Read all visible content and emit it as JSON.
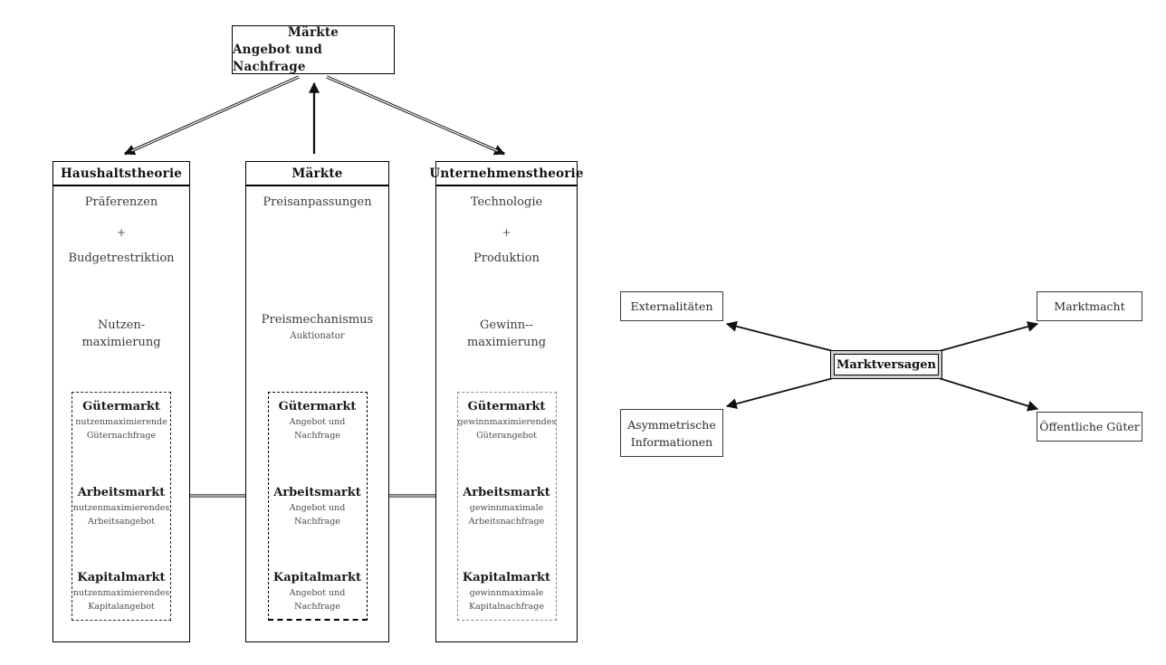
{
  "left": {
    "top_box": {
      "line1": "Märkte",
      "line2": "Angebot und Nachfrage"
    },
    "columns": [
      {
        "title": "Haushaltstheorie",
        "item1": "Präferenzen",
        "plus": "+",
        "item2": "Budgetrestriktion",
        "mid1": "Nutzen-",
        "mid2": "maximierung",
        "markets": [
          {
            "title": "Gütermarkt",
            "sub1": "nutzenmaximierende",
            "sub2": "Güternachfrage"
          },
          {
            "title": "Arbeitsmarkt",
            "sub1": "nutzenmaximierendes",
            "sub2": "Arbeitsangebot"
          },
          {
            "title": "Kapitalmarkt",
            "sub1": "nutzenmaximierendes",
            "sub2": "Kapitalangebot"
          }
        ]
      },
      {
        "title": "Märkte",
        "item1": "Preisanpassungen",
        "mid1": "Preismechanismus",
        "mid2": "Auktionator",
        "markets": [
          {
            "title": "Gütermarkt",
            "sub1": "Angebot und",
            "sub2": "Nachfrage"
          },
          {
            "title": "Arbeitsmarkt",
            "sub1": "Angebot und",
            "sub2": "Nachfrage"
          },
          {
            "title": "Kapitalmarkt",
            "sub1": "Angebot und",
            "sub2": "Nachfrage"
          }
        ]
      },
      {
        "title": "Unternehmenstheorie",
        "item1": "Technologie",
        "plus": "+",
        "item2": "Produktion",
        "mid1": "Gewinn--",
        "mid2": "maximierung",
        "markets": [
          {
            "title": "Gütermarkt",
            "sub1": "gewinnmaximierendes",
            "sub2": "Güterangebot"
          },
          {
            "title": "Arbeitsmarkt",
            "sub1": "gewinnmaximale",
            "sub2": "Arbeitsnachfrage"
          },
          {
            "title": "Kapitalmarkt",
            "sub1": "gewinnmaximale",
            "sub2": "Kapitalnachfrage"
          }
        ]
      }
    ]
  },
  "right": {
    "center": "Marktversagen",
    "satellites": [
      {
        "line1": "Externalitäten"
      },
      {
        "line1": "Marktmacht"
      },
      {
        "line1": "Asymmetrische",
        "line2": "Informationen"
      },
      {
        "line1": "Öffentliche Güter"
      }
    ]
  }
}
